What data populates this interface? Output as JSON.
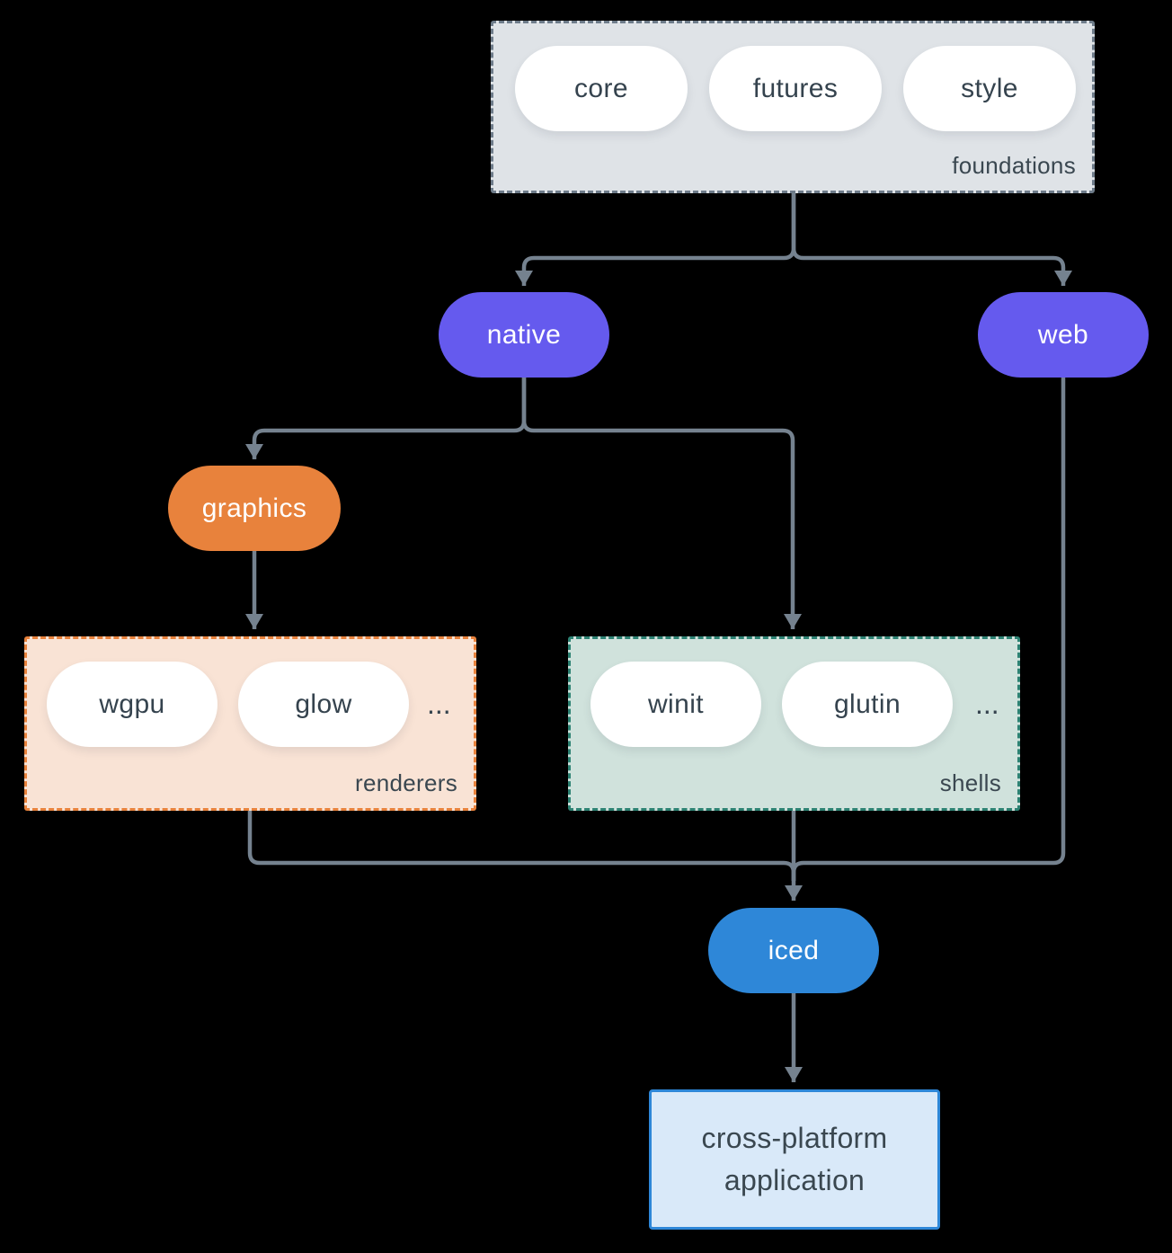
{
  "canvas": {
    "background": "#000000"
  },
  "colors": {
    "connector": "#75828F",
    "purple_pill": "#655AEE",
    "orange_pill": "#E8823C",
    "blue_pill": "#2E87D8",
    "foundations_bg": "#DFE3E7",
    "foundations_border": "#6E7C8A",
    "renderers_bg": "#F9E3D5",
    "renderers_border": "#E8823C",
    "shells_bg": "#D0E2DC",
    "shells_border": "#2D8273",
    "application_bg": "#D9E9F9",
    "application_border": "#2E87D8",
    "pill_bg": "#FFFFFF",
    "text_dark": "#35434E",
    "text_light": "#FFFFFF"
  },
  "nodes": {
    "foundations": {
      "label": "foundations",
      "items": [
        "core",
        "futures",
        "style"
      ]
    },
    "native": {
      "label": "native"
    },
    "web": {
      "label": "web"
    },
    "graphics": {
      "label": "graphics"
    },
    "renderers": {
      "label": "renderers",
      "items": [
        "wgpu",
        "glow"
      ],
      "ellipsis": "..."
    },
    "shells": {
      "label": "shells",
      "items": [
        "winit",
        "glutin"
      ],
      "ellipsis": "..."
    },
    "iced": {
      "label": "iced"
    },
    "application": {
      "lines": [
        "cross-platform",
        "application"
      ]
    }
  }
}
